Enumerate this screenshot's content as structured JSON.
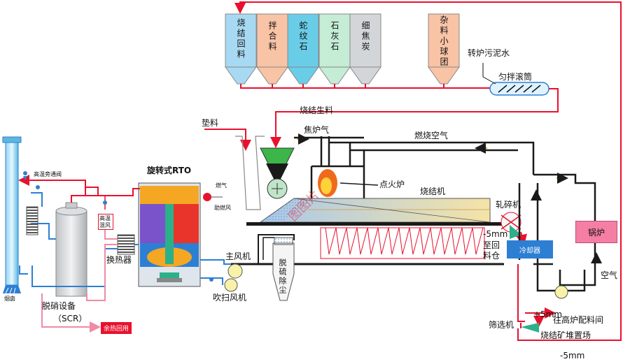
{
  "bins": [
    {
      "label": "烧结回料",
      "color": "#a7d9f2"
    },
    {
      "label": "拌合料",
      "color": "#f9c3a6"
    },
    {
      "label": "蛇纹石",
      "color": "#69cde8"
    },
    {
      "label": "石灰石",
      "color": "#c5ecd4"
    },
    {
      "label": "细焦炭",
      "color": "#d3d6d8"
    },
    {
      "label": "杂料小球团",
      "color": "#f9c3a6"
    }
  ],
  "labels": {
    "sludge": "转炉污泥水",
    "drum": "匀拌滚筒",
    "sinter_raw": "烧结生料",
    "bedding": "垫料",
    "coke_gas": "焦炉气",
    "combustion_air": "燃烧空气",
    "ignition": "点火炉",
    "sinter_machine": "烧结机",
    "crusher": "轧碎机",
    "minus5_return": "-5mm\n至回\n料仓",
    "cooler": "冷却器",
    "boiler": "锅炉",
    "air": "空气",
    "plus5": "+5mm",
    "to_blast": "往高炉配料间",
    "screen": "筛选机",
    "yard": "烧结矿堆置场",
    "minus5_bottom": "-5mm",
    "main_fan": "主风机",
    "desulf": "脱硫除尘",
    "purge_fan": "吹扫风机",
    "rto": "旋转式RTO",
    "gas": "燃气",
    "aux_air": "助燃风",
    "heat_exchanger": "换热器",
    "high_temp_air": "高温混风",
    "bypass_valve": "高温旁通阀",
    "scr": "脱硝设备",
    "scr_sub": "（SCR）",
    "waste_heat": "余热回用",
    "chimney": "烟囱",
    "watermark": "图图片"
  },
  "colors": {
    "red_flow": "#e8112d",
    "dark_flow": "#1a1a1a",
    "blue_flow": "#2d7fd3",
    "pink_flow": "#f4a6b8",
    "arrow_yellow": "#f0a020"
  }
}
